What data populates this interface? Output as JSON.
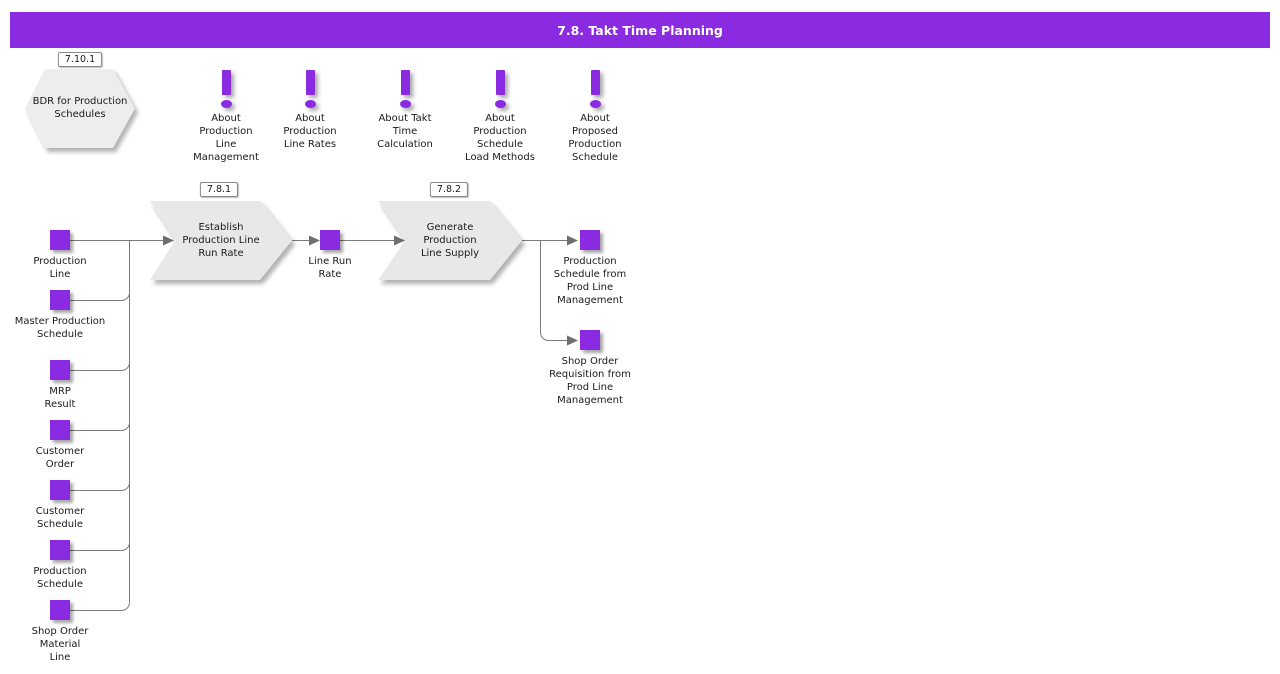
{
  "header": {
    "title": "7.8. Takt Time Planning"
  },
  "hexagon": {
    "ref": "7.10.1",
    "label": "BDR for Production\nSchedules"
  },
  "info_icons": [
    {
      "label": "About\nProduction\nLine\nManagement"
    },
    {
      "label": "About\nProduction\nLine Rates"
    },
    {
      "label": "About Takt\nTime\nCalculation"
    },
    {
      "label": "About\nProduction\nSchedule\nLoad Methods"
    },
    {
      "label": "About\nProposed\nProduction\nSchedule"
    }
  ],
  "inputs": [
    {
      "label": "Production\nLine"
    },
    {
      "label": "Master Production\nSchedule"
    },
    {
      "label": "MRP\nResult"
    },
    {
      "label": "Customer\nOrder"
    },
    {
      "label": "Customer\nSchedule"
    },
    {
      "label": "Production\nSchedule"
    },
    {
      "label": "Shop Order\nMaterial\nLine"
    }
  ],
  "processes": [
    {
      "ref": "7.8.1",
      "label": "Establish\nProduction Line\nRun Rate"
    },
    {
      "ref": "7.8.2",
      "label": "Generate\nProduction\nLine Supply"
    }
  ],
  "intermediate": {
    "label": "Line Run\nRate"
  },
  "outputs": [
    {
      "label": "Production\nSchedule from\nProd Line\nManagement"
    },
    {
      "label": "Shop Order\nRequisition from\nProd Line\nManagement"
    }
  ],
  "colors": {
    "accent": "#8a2be2",
    "shape_fill": "#e8e8e8",
    "hex_fill": "#ededed",
    "line": "#7a7a7a"
  }
}
